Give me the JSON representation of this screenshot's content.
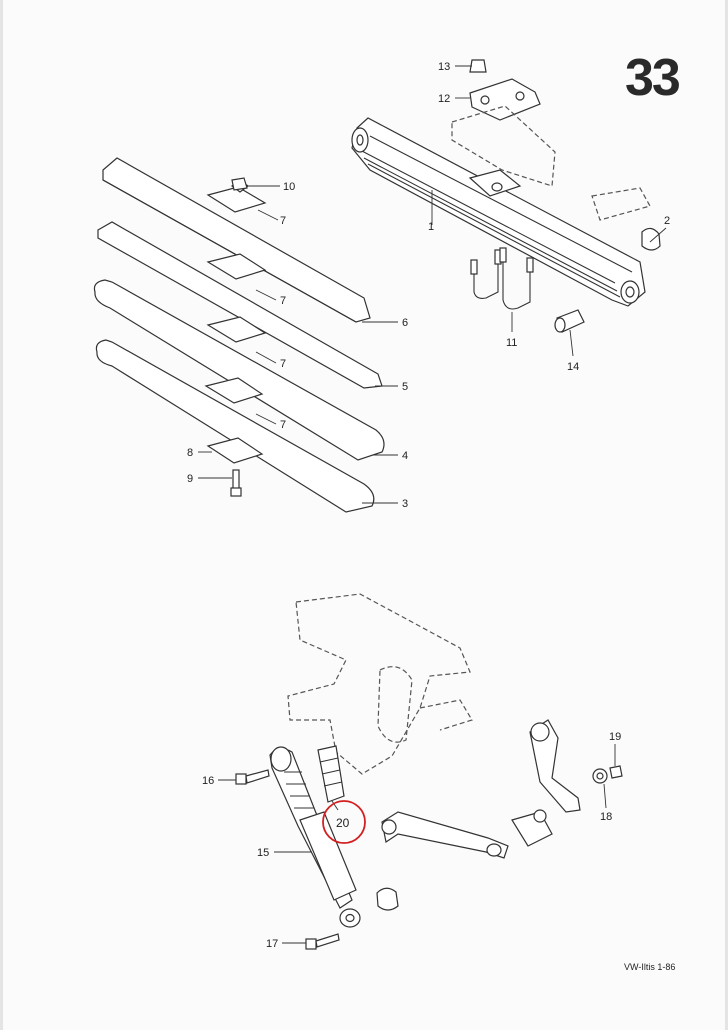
{
  "page": {
    "number": "33",
    "footer": "VW-Iltis 1-86"
  },
  "highlight": {
    "label": "20",
    "color": "#d22020"
  },
  "callouts": [
    {
      "id": "c1",
      "label": "1"
    },
    {
      "id": "c2",
      "label": "2"
    },
    {
      "id": "c3",
      "label": "3"
    },
    {
      "id": "c4",
      "label": "4"
    },
    {
      "id": "c5",
      "label": "5"
    },
    {
      "id": "c6",
      "label": "6"
    },
    {
      "id": "c7a",
      "label": "7"
    },
    {
      "id": "c7b",
      "label": "7"
    },
    {
      "id": "c7c",
      "label": "7"
    },
    {
      "id": "c7d",
      "label": "7"
    },
    {
      "id": "c8",
      "label": "8"
    },
    {
      "id": "c9",
      "label": "9"
    },
    {
      "id": "c10",
      "label": "10"
    },
    {
      "id": "c11",
      "label": "11"
    },
    {
      "id": "c12",
      "label": "12"
    },
    {
      "id": "c13",
      "label": "13"
    },
    {
      "id": "c14",
      "label": "14"
    },
    {
      "id": "c15",
      "label": "15"
    },
    {
      "id": "c16",
      "label": "16"
    },
    {
      "id": "c17",
      "label": "17"
    },
    {
      "id": "c18",
      "label": "18"
    },
    {
      "id": "c19",
      "label": "19"
    }
  ]
}
